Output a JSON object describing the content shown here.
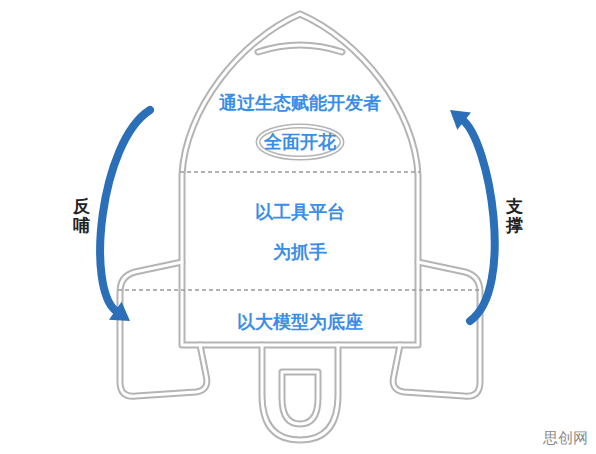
{
  "diagram": {
    "nodes": [
      {
        "text": [
          "通过生态赋能开发者"
        ]
      },
      {
        "text": [
          "全面开花"
        ],
        "in": 0
      },
      {
        "text": [
          "以工具平台 为抓手"
        ]
      },
      {
        "text": [
          "以大模型为底座"
        ]
      }
    ],
    "edges": [
      {
        "from": 0,
        "to": 3,
        "label": "反哺",
        "arrow": "to"
      },
      {
        "from": 3,
        "to": 0,
        "label": "支撑",
        "arrow": "to"
      }
    ],
    "labels": [
      "思创网"
    ]
  }
}
